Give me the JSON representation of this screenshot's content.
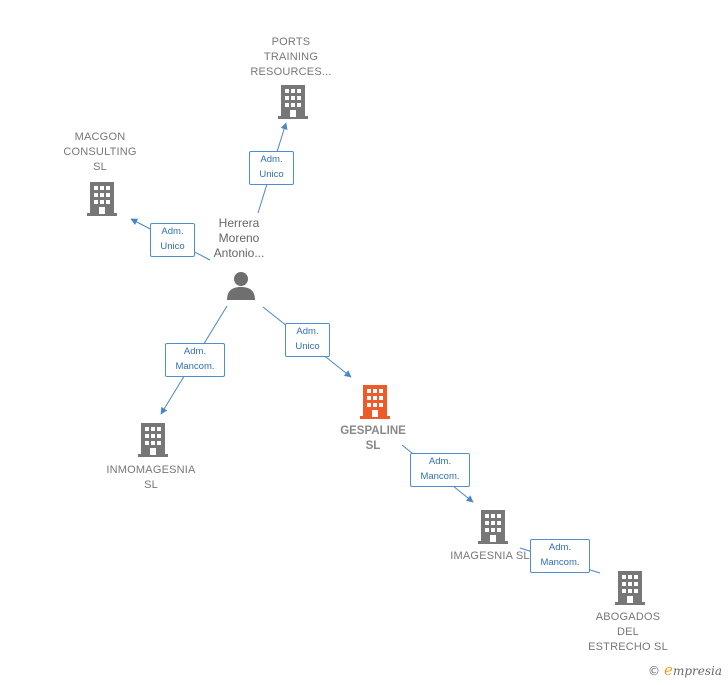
{
  "person": {
    "name": "Herrera\nMoreno\nAntonio..."
  },
  "companies": {
    "ports": {
      "name": "PORTS\nTRAINING\nRESOURCES..."
    },
    "macgon": {
      "name": "MACGON\nCONSULTING\nSL"
    },
    "inmomagesnia": {
      "name": "INMOMAGESNIA\nSL"
    },
    "gespaline": {
      "name": "GESPALINE\nSL"
    },
    "imagesnia": {
      "name": "IMAGESNIA  SL"
    },
    "abogados": {
      "name": "ABOGADOS\nDEL\nESTRECHO  SL"
    }
  },
  "edges": {
    "to_ports": "Adm.\nUnico",
    "to_macgon": "Adm.\nUnico",
    "to_inmomagesnia": "Adm.\nMancom.",
    "to_gespaline": "Adm.\nUnico",
    "gespaline_to_imagesnia": "Adm.\nMancom.",
    "imagesnia_to_abogados": "Adm.\nMancom."
  },
  "colors": {
    "line": "#4a86c8",
    "building": "#777777",
    "focus_building": "#f05a28"
  },
  "icons": {
    "company": "building-icon",
    "person": "person-icon"
  },
  "brand": {
    "copyright": "©",
    "first_letter": "e",
    "rest": "mpresia"
  }
}
